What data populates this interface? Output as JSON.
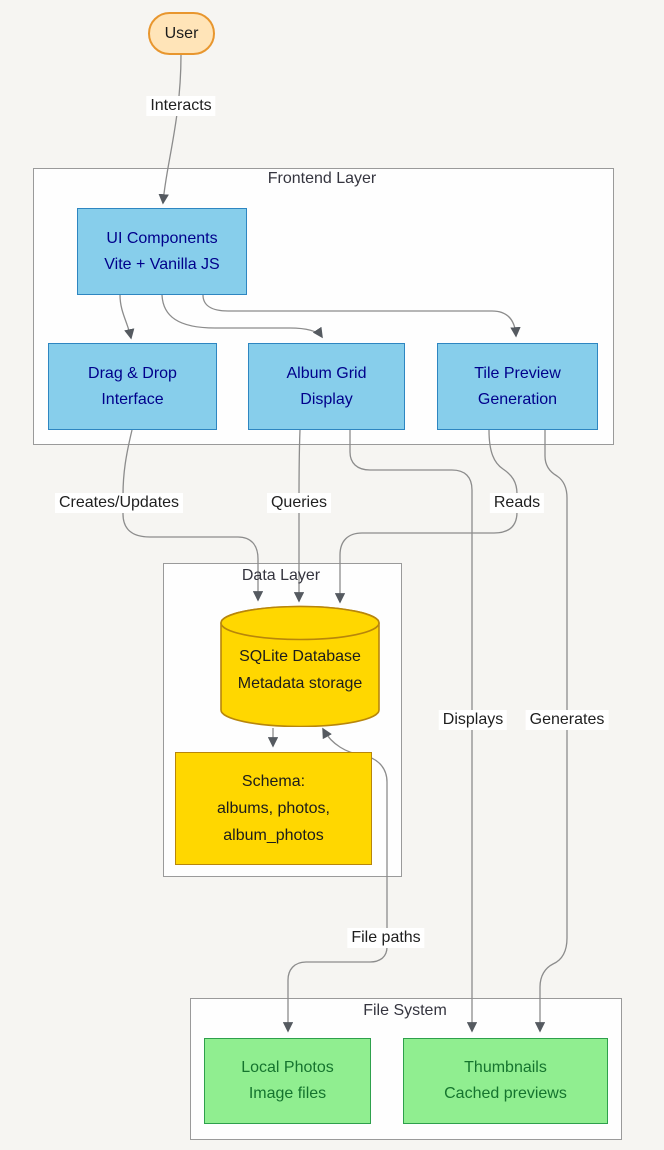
{
  "nodes": {
    "user": {
      "label": "User"
    },
    "ui": {
      "line1": "UI Components",
      "line2": "Vite + Vanilla JS"
    },
    "drag_drop": {
      "line1": "Drag & Drop",
      "line2": "Interface"
    },
    "album_grid": {
      "line1": "Album Grid",
      "line2": "Display"
    },
    "tile_preview": {
      "line1": "Tile Preview",
      "line2": "Generation"
    },
    "sqlite": {
      "line1": "SQLite Database",
      "line2": "Metadata storage"
    },
    "schema": {
      "line1": "Schema:",
      "line2": "albums, photos,",
      "line3": "album_photos"
    },
    "local_photos": {
      "line1": "Local Photos",
      "line2": "Image files"
    },
    "thumbnails": {
      "line1": "Thumbnails",
      "line2": "Cached previews"
    }
  },
  "containers": {
    "frontend": {
      "title": "Frontend Layer"
    },
    "data": {
      "title": "Data Layer"
    },
    "filesystem": {
      "title": "File System"
    }
  },
  "edge_labels": {
    "interacts": "Interacts",
    "creates_updates": "Creates/Updates",
    "queries": "Queries",
    "reads": "Reads",
    "displays": "Displays",
    "generates": "Generates",
    "file_paths": "File paths"
  },
  "colors": {
    "page_background": "#f6f5f2",
    "container_fill": "#fefefe",
    "container_border": "#9a9a9a",
    "blue_fill": "#87CEEB",
    "blue_border": "#2E86C1",
    "blue_text": "#00008B",
    "yellow_fill": "#FFD700",
    "yellow_border": "#B8860B",
    "green_fill": "#90EE90",
    "green_border": "#2EA04C",
    "green_text": "#15742e",
    "orange_fill": "#FFE4B8",
    "orange_border": "#E8962E",
    "edge_stroke": "#8c8c8c",
    "arrowhead": "#555a60"
  }
}
